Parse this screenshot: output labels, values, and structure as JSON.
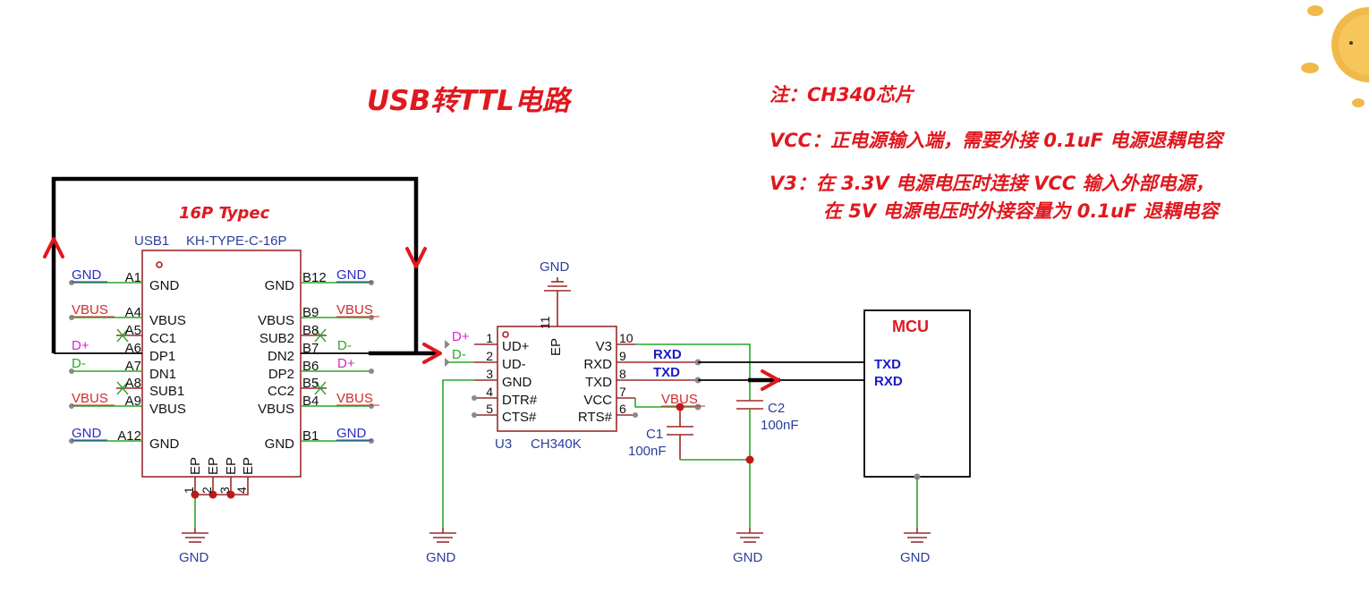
{
  "title": "USB转TTL电路",
  "notes": {
    "line1": "注：CH340芯片",
    "line2": "VCC：正电源输入端，需要外接 0.1uF 电源退耦电容",
    "line3": "V3：在 3.3V 电源电压时连接 VCC 输入外部电源，",
    "line4": "在 5V 电源电压时外接容量为 0.1uF 退耦电容"
  },
  "usb": {
    "caption": "16P Typec",
    "designator": "USB1",
    "part": "KH-TYPE-C-16P",
    "left_pins": [
      {
        "num": "A1",
        "name": "GND",
        "net": "GND"
      },
      {
        "num": "A4",
        "name": "VBUS",
        "net": "VBUS"
      },
      {
        "num": "A5",
        "name": "CC1",
        "net": ""
      },
      {
        "num": "A6",
        "name": "DP1",
        "net": "D+"
      },
      {
        "num": "A7",
        "name": "DN1",
        "net": "D-"
      },
      {
        "num": "A8",
        "name": "SUB1",
        "net": ""
      },
      {
        "num": "A9",
        "name": "VBUS",
        "net": "VBUS"
      },
      {
        "num": "A12",
        "name": "GND",
        "net": "GND"
      }
    ],
    "right_pins": [
      {
        "num": "B12",
        "name": "GND",
        "net": "GND"
      },
      {
        "num": "B9",
        "name": "VBUS",
        "net": "VBUS"
      },
      {
        "num": "B8",
        "name": "SUB2",
        "net": ""
      },
      {
        "num": "B7",
        "name": "DN2",
        "net": "D-"
      },
      {
        "num": "B6",
        "name": "DP2",
        "net": "D+"
      },
      {
        "num": "B5",
        "name": "CC2",
        "net": ""
      },
      {
        "num": "B4",
        "name": "VBUS",
        "net": "VBUS"
      },
      {
        "num": "B1",
        "name": "GND",
        "net": "GND"
      }
    ],
    "bottom_pins": [
      {
        "num": "1",
        "name": "EP"
      },
      {
        "num": "2",
        "name": "EP"
      },
      {
        "num": "3",
        "name": "EP"
      },
      {
        "num": "4",
        "name": "EP"
      }
    ],
    "gnd_label": "GND"
  },
  "ch340": {
    "designator": "U3",
    "part": "CH340K",
    "left_pins": [
      {
        "num": "1",
        "name": "UD+",
        "net": "D+"
      },
      {
        "num": "2",
        "name": "UD-",
        "net": "D-"
      },
      {
        "num": "3",
        "name": "GND",
        "net": ""
      },
      {
        "num": "4",
        "name": "DTR#",
        "net": ""
      },
      {
        "num": "5",
        "name": "CTS#",
        "net": ""
      }
    ],
    "right_pins": [
      {
        "num": "10",
        "name": "V3",
        "net": ""
      },
      {
        "num": "9",
        "name": "RXD",
        "net": "RXD"
      },
      {
        "num": "8",
        "name": "TXD",
        "net": "TXD"
      },
      {
        "num": "7",
        "name": "VCC",
        "net": "VBUS"
      },
      {
        "num": "6",
        "name": "RTS#",
        "net": ""
      }
    ],
    "top_pin": {
      "num": "11",
      "name": "EP"
    },
    "top_gnd": "GND",
    "bottom_gnd": "GND"
  },
  "caps": {
    "c1": {
      "designator": "C1",
      "value": "100nF"
    },
    "c2": {
      "designator": "C2",
      "value": "100nF"
    },
    "gnd_label": "GND"
  },
  "mcu": {
    "title": "MCU",
    "pin1": "TXD",
    "pin2": "RXD",
    "gnd_label": "GND"
  },
  "colors": {
    "accent_red": "#e0181f",
    "wire_green": "#2aa62a",
    "chip_outline": "#9b2b2b",
    "net_blue": "#2b2bc8"
  }
}
